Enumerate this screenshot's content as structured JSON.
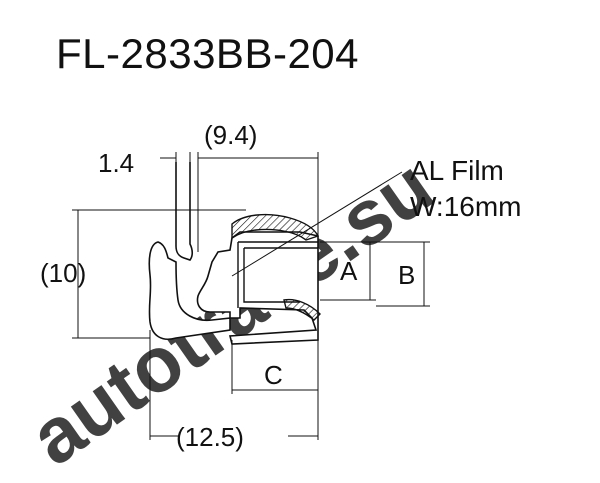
{
  "title": "FL-2833BB-204",
  "watermark": "autotrade.su",
  "colors": {
    "line": "#111111",
    "watermark": "#f4a15a"
  },
  "dimensions": {
    "gap_top": "1.4",
    "width_top": "(9.4)",
    "height_left": "(10)",
    "width_bottom": "(12.5)",
    "label_a": "A",
    "label_b": "B",
    "label_c": "C"
  },
  "annotation": {
    "line1": "AL Film",
    "line2": "W:16mm"
  }
}
